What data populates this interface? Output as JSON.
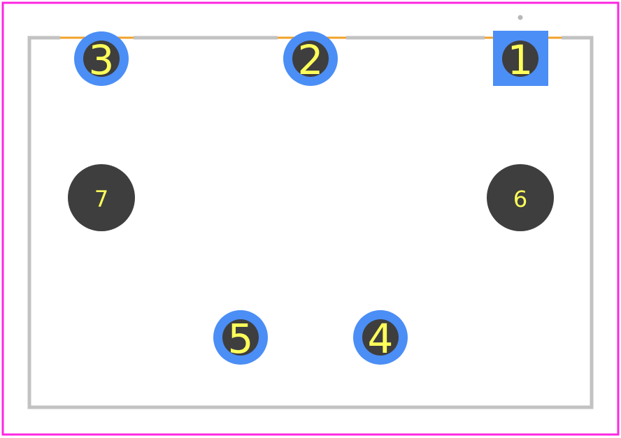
{
  "colors": {
    "background": "#ffffff",
    "courtyard": "#ff26e2",
    "silkscreen": "#c2c2c2",
    "fab_outline": "#f2a12a",
    "pad_copper": "#4b8ef5",
    "drill_hole": "#3e3e3e",
    "pad_text": "#ffff5a",
    "pin1_marker": "#b8b8b8"
  },
  "pads": [
    {
      "number": "1",
      "shape": "square",
      "plated": true
    },
    {
      "number": "2",
      "shape": "circle",
      "plated": true
    },
    {
      "number": "3",
      "shape": "circle",
      "plated": true
    },
    {
      "number": "4",
      "shape": "circle",
      "plated": true
    },
    {
      "number": "5",
      "shape": "circle",
      "plated": true
    },
    {
      "number": "6",
      "shape": "circle",
      "plated": false
    },
    {
      "number": "7",
      "shape": "circle",
      "plated": false
    }
  ]
}
